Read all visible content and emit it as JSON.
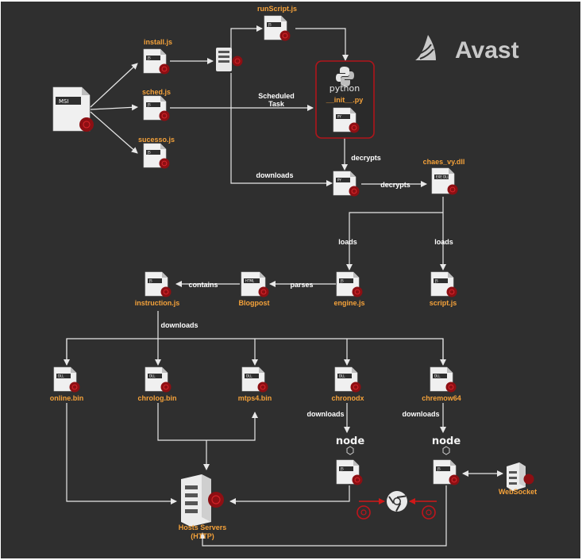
{
  "brand": {
    "name": "Avast"
  },
  "python": {
    "wordmark": "python"
  },
  "node": {
    "wordmark": "node"
  },
  "colors": {
    "background": "#2f2f2f",
    "accent": "#f5a23a",
    "danger": "#c0141b",
    "line": "#e8e8e8"
  },
  "files": {
    "msi": {
      "tag": "MSI"
    },
    "install": {
      "label": "install.js",
      "tag": "JS"
    },
    "sched": {
      "label": "sched.js",
      "tag": "JS"
    },
    "sucesso": {
      "label": "sucesso.js",
      "tag": "JS"
    },
    "runscript": {
      "label": "runScript.js",
      "tag": "JS"
    },
    "initpy": {
      "label": "__init__.py",
      "tag": "PY"
    },
    "pyfile": {
      "tag": "PY"
    },
    "chaes": {
      "label": "chaes_vy.dll",
      "tag": "EXE DLL"
    },
    "engine": {
      "label": "engine.js",
      "tag": "JS"
    },
    "scriptjs": {
      "label": "script.js",
      "tag": "JS"
    },
    "blogpost": {
      "label": "Blogpost",
      "tag": "HTML"
    },
    "instruction": {
      "label": "instruction.js",
      "tag": "JS"
    },
    "online": {
      "label": "online.bin",
      "tag": "DLL"
    },
    "chrolog": {
      "label": "chrolog.bin",
      "tag": "DLL"
    },
    "mtps4": {
      "label": "mtps4.bin",
      "tag": "DLL"
    },
    "chronodx": {
      "label": "chronodx",
      "tag": "DLL"
    },
    "chremow": {
      "label": "chremow64",
      "tag": "DLL"
    },
    "nodejs1": {
      "tag": "JS"
    },
    "nodejs2": {
      "tag": "JS"
    }
  },
  "edges": {
    "scheduled_task": "Scheduled\nTask",
    "downloads": "downloads",
    "decrypts": "decrypts",
    "loads": "loads",
    "contains": "contains",
    "parses": "parses"
  },
  "servers": {
    "hosts_line1": "Hosts Servers",
    "hosts_line2": "(HTTP)",
    "websocket": "WebSocket"
  }
}
